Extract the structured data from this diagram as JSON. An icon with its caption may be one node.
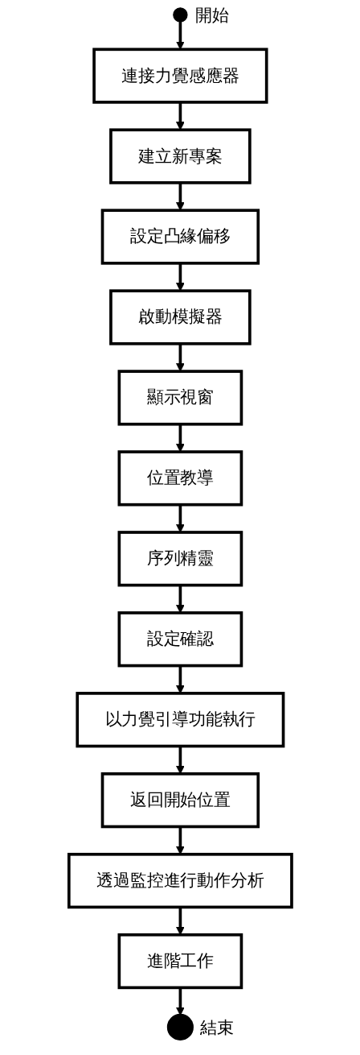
{
  "diagram": {
    "nodes": [
      {
        "text": [],
        "shape": "circle",
        "beside": [
          "開始"
        ]
      },
      {
        "text": [
          "連接力覺感應器"
        ]
      },
      {
        "text": [
          "建立新專案"
        ]
      },
      {
        "text": [
          "設定凸緣偏移"
        ]
      },
      {
        "text": [
          "啟動模擬器"
        ]
      },
      {
        "text": [
          "顯示視窗"
        ]
      },
      {
        "text": [
          "位置教導"
        ]
      },
      {
        "text": [
          "序列精靈"
        ]
      },
      {
        "text": [
          "設定確認"
        ]
      },
      {
        "text": [
          "以力覺引導功能執行"
        ]
      },
      {
        "text": [
          "返回開始位置"
        ]
      },
      {
        "text": [
          "透過監控進行動作分析"
        ]
      },
      {
        "text": [
          "進階工作"
        ]
      },
      {
        "text": [],
        "shape": "circle",
        "beside": [
          "結束"
        ]
      }
    ],
    "edges": [
      {
        "from": 0,
        "to": 1,
        "arrow": "to"
      },
      {
        "from": 1,
        "to": 2,
        "arrow": "to"
      },
      {
        "from": 2,
        "to": 3,
        "arrow": "to"
      },
      {
        "from": 3,
        "to": 4,
        "arrow": "to"
      },
      {
        "from": 4,
        "to": 5,
        "arrow": "to"
      },
      {
        "from": 5,
        "to": 6,
        "arrow": "to"
      },
      {
        "from": 6,
        "to": 7,
        "arrow": "to"
      },
      {
        "from": 7,
        "to": 8,
        "arrow": "to"
      },
      {
        "from": 8,
        "to": 9,
        "arrow": "to"
      },
      {
        "from": 9,
        "to": 10,
        "arrow": "to"
      },
      {
        "from": 10,
        "to": 11,
        "arrow": "to"
      },
      {
        "from": 11,
        "to": 12,
        "arrow": "to"
      },
      {
        "from": 12,
        "to": 13,
        "arrow": "to"
      }
    ]
  }
}
